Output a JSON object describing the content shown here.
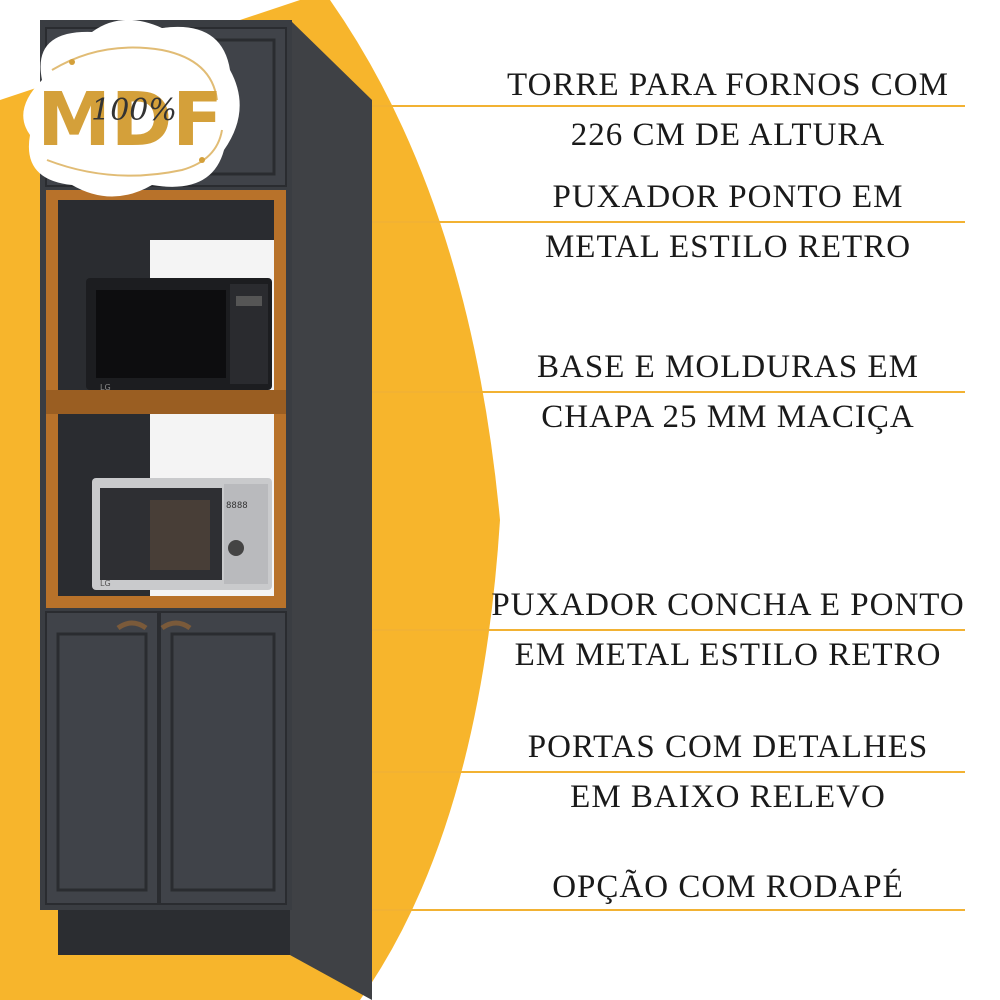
{
  "colors": {
    "accent": "#F7B52C",
    "cabinet": "#3a3d42",
    "wood": "#b8722a",
    "badge_gold": "#D4A03A",
    "line": "#F2B233"
  },
  "badge": {
    "brand": "MDF",
    "percent": "100%"
  },
  "features": [
    {
      "line1": "TORRE PARA FORNOS COM",
      "line2": "226 CM DE ALTURA"
    },
    {
      "line1": "PUXADOR PONTO EM",
      "line2": "METAL ESTILO RETRO"
    },
    {
      "line1": "BASE E MOLDURAS EM",
      "line2": "CHAPA 25 MM MACIÇA"
    },
    {
      "line1": "PUXADOR CONCHA E PONTO",
      "line2": "EM METAL ESTILO RETRO"
    },
    {
      "line1": "PORTAS COM DETALHES",
      "line2": "EM BAIXO RELEVO"
    },
    {
      "line1": "OPÇÃO COM RODAPÉ"
    }
  ],
  "appliances": {
    "microwave_top_brand": "LG",
    "microwave_bottom_brand": "LG",
    "microwave_bottom_display": "8888"
  }
}
